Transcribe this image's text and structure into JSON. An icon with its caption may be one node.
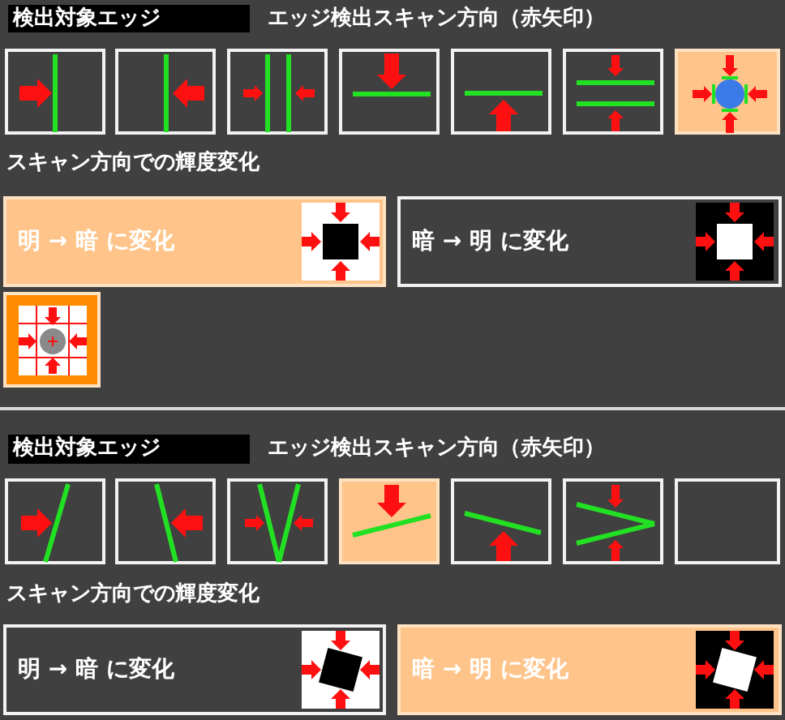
{
  "diagram": {
    "nodes": [
      {
        "text": [
          "検出対象エッジ"
        ]
      },
      {
        "text": [],
        "shape": "picture"
      },
      {
        "text": [],
        "shape": "picture"
      },
      {
        "text": [],
        "shape": "picture"
      },
      {
        "text": [],
        "shape": "picture"
      },
      {
        "text": [],
        "shape": "picture"
      },
      {
        "text": [],
        "shape": "picture"
      },
      {
        "text": [],
        "shape": "picture"
      },
      {
        "text": [
          "明 → 暗 に変化"
        ]
      },
      {
        "text": [
          "暗 → 明 に変化"
        ]
      },
      {
        "text": [],
        "shape": "picture"
      },
      {
        "text": [
          "検出対象エッジ"
        ]
      },
      {
        "text": [],
        "shape": "picture"
      },
      {
        "text": [],
        "shape": "picture"
      },
      {
        "text": [],
        "shape": "picture"
      },
      {
        "text": [],
        "shape": "picture"
      },
      {
        "text": [],
        "shape": "picture"
      },
      {
        "text": [],
        "shape": "picture"
      },
      {
        "text": [],
        "shape": "box"
      },
      {
        "text": [
          "明 → 暗 に変化"
        ]
      },
      {
        "text": [
          "暗 → 明 に変化"
        ]
      }
    ],
    "labels": [
      "エッジ検出スキャン方向（赤矢印）",
      "スキャン方向での輝度変化",
      "エッジ検出スキャン方向（赤矢印）",
      "スキャン方向での輝度変化"
    ]
  }
}
